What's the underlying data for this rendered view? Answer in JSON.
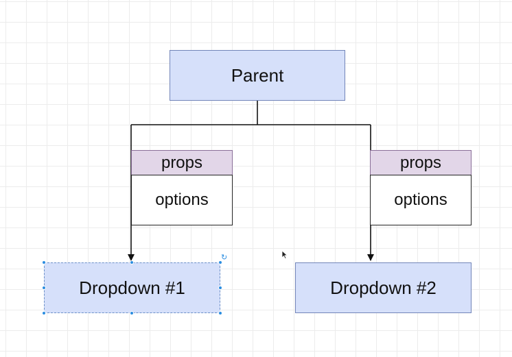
{
  "diagram": {
    "parent": {
      "label": "Parent"
    },
    "left_props": {
      "header": "props",
      "body": "options"
    },
    "right_props": {
      "header": "props",
      "body": "options"
    },
    "dropdown1": {
      "label": "Dropdown #1",
      "selected": true
    },
    "dropdown2": {
      "label": "Dropdown #2"
    }
  },
  "colors": {
    "node_fill": "#d6e0fa",
    "node_border": "#7184b8",
    "props_fill": "#e2d6e8",
    "props_border": "#8a6f98",
    "connector": "#111111",
    "selection_handle": "#2a8de0"
  },
  "icons": {
    "rotate": "rotate-icon",
    "cursor": "mouse-cursor-icon"
  }
}
